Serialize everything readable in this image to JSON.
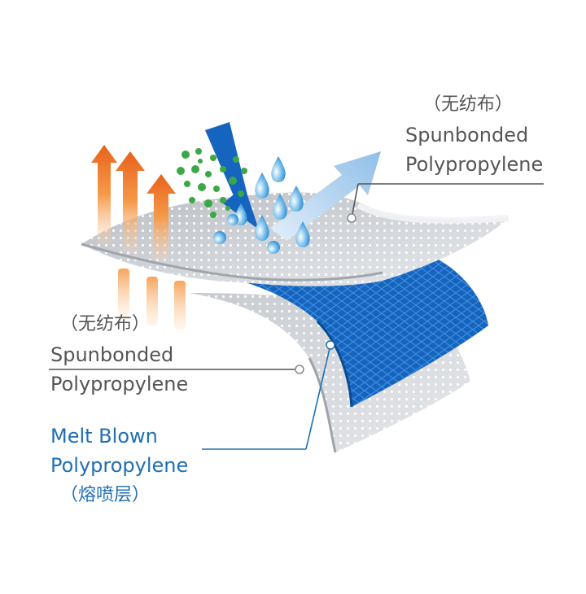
{
  "labels": {
    "top_right": {
      "chinese": "（无纺布）",
      "line1": "Spunbonded",
      "line2": "Polypropylene"
    },
    "left_middle": {
      "chinese": "（无纺布）",
      "line1": "Spunbonded",
      "line2": "Polypropylene"
    },
    "left_bottom": {
      "line1": "Melt Blown",
      "line2": "Polypropylene",
      "chinese": "（熔喷层）"
    }
  },
  "colors": {
    "label_gray": "#555555",
    "label_blue": "#1f6fb4",
    "meltblown_blue": "#1565c0",
    "spunbond_gray": "#cfd2d6",
    "heat_orange": "#f07a2a",
    "particle_green": "#3aa845",
    "droplet_blue": "#4aa3df"
  },
  "icons": [
    "heat-arrow-icon",
    "green-particles-icon",
    "water-droplet-icon",
    "blue-down-arrow-icon",
    "light-blue-up-arrow-icon"
  ]
}
